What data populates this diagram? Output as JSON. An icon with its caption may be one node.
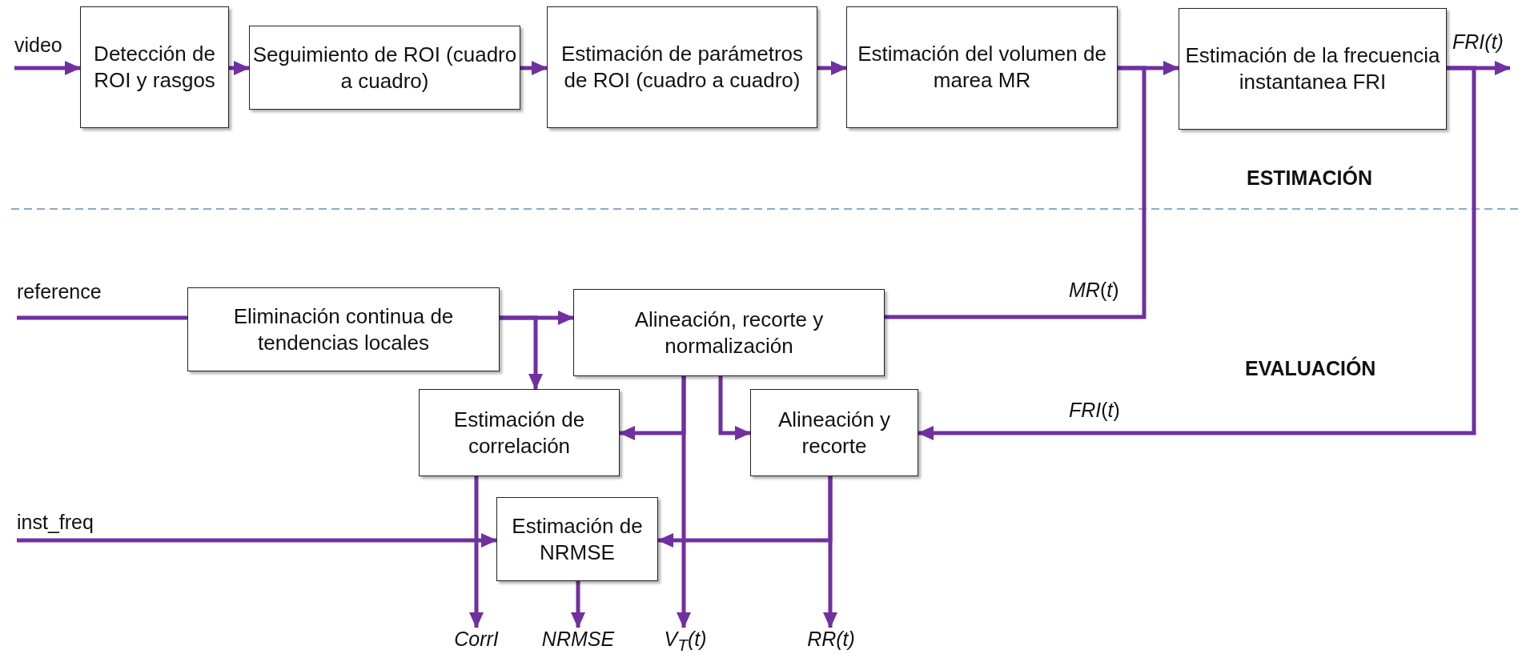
{
  "diagram": {
    "nodes": [
      {
        "text": [
          "video"
        ]
      },
      {
        "text": [
          "Detección de ROI y rasgos"
        ]
      },
      {
        "text": [
          "Seguimiento de ROI (cuadro a cuadro)"
        ]
      },
      {
        "text": [
          "Estimación de parámetros de ROI (cuadro a cuadro)"
        ]
      },
      {
        "text": [
          "Estimación del volumen de marea MR"
        ]
      },
      {
        "text": [
          "Estimación de la frecuencia instantanea FRI"
        ]
      },
      {
        "text": [
          "*FRI*(*t*)"
        ]
      },
      {
        "text": [
          "reference"
        ]
      },
      {
        "text": [
          "Eliminación continua de tendencias locales"
        ]
      },
      {
        "text": [
          "Alineación, recorte y normalización"
        ]
      },
      {
        "text": [
          "Estimación de correlación"
        ]
      },
      {
        "text": [
          "Alineación y recorte"
        ]
      },
      {
        "text": [
          "inst_freq"
        ]
      },
      {
        "text": [
          "Estimación de NRMSE"
        ]
      },
      {
        "text": [
          "CorrI"
        ]
      },
      {
        "text": [
          "NRMSE"
        ]
      },
      {
        "text": [
          "*V*$_{T}$(*t*)"
        ]
      },
      {
        "text": [
          "*RR*(*t*)"
        ]
      }
    ],
    "edges": [
      {
        "from": 0,
        "to": 1,
        "arrow": "to"
      },
      {
        "from": 1,
        "to": 2,
        "arrow": "to"
      },
      {
        "from": 2,
        "to": 3,
        "arrow": "to"
      },
      {
        "from": 3,
        "to": 4,
        "arrow": "to"
      },
      {
        "from": 4,
        "to": 5,
        "arrow": "to"
      },
      {
        "from": 5,
        "to": 6,
        "arrow": "to"
      },
      {
        "from": 4,
        "to": 9,
        "arrow": "none",
        "label": "*MR*(*t*)"
      },
      {
        "from": 5,
        "to": 11,
        "arrow": "to",
        "label": "*FRI*(*t*)"
      },
      {
        "from": 7,
        "to": 8,
        "arrow": "none"
      },
      {
        "from": 8,
        "to": 9,
        "arrow": "to"
      },
      {
        "from": 8,
        "to": 10,
        "arrow": "to"
      },
      {
        "from": 9,
        "to": 10,
        "arrow": "to"
      },
      {
        "from": 9,
        "to": 16,
        "arrow": "to"
      },
      {
        "from": 9,
        "to": 11,
        "arrow": "to"
      },
      {
        "from": 12,
        "to": 13,
        "arrow": "to"
      },
      {
        "from": 11,
        "to": 13,
        "arrow": "to"
      },
      {
        "from": 11,
        "to": 17,
        "arrow": "to"
      },
      {
        "from": 10,
        "to": 14,
        "arrow": "to"
      },
      {
        "from": 13,
        "to": 15,
        "arrow": "to"
      }
    ],
    "labels": [
      "ESTIMACIÓN",
      "EVALUACIÓN"
    ]
  }
}
